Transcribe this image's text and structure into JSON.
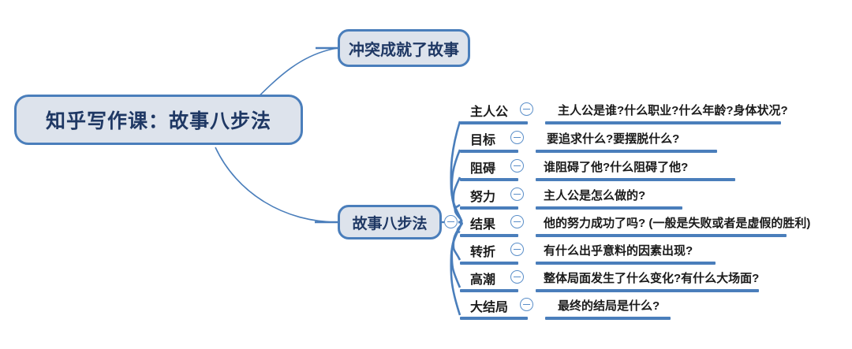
{
  "theme": {
    "node_fill": "#dde3ec",
    "node_border": "#4a7ebb",
    "node_text": "#1f3864",
    "line_color": "#4a7ebb",
    "leaf_text": "#1a1a1a",
    "background": "#ffffff"
  },
  "root": {
    "label": "知乎写作课：故事八步法"
  },
  "branches": [
    {
      "label": "冲突成就了故事"
    },
    {
      "label": "故事八步法",
      "collapse_icon": "minus-circle-icon"
    }
  ],
  "steps": [
    {
      "label": "主人公",
      "desc": "主人公是谁?什么职业?什么年龄?身体状况?",
      "icon": "minus-circle-icon"
    },
    {
      "label": "目标",
      "desc": "要追求什么?要摆脱什么?",
      "icon": "minus-circle-icon"
    },
    {
      "label": "阻碍",
      "desc": "谁阻碍了他?什么阻碍了他?",
      "icon": "minus-circle-icon"
    },
    {
      "label": "努力",
      "desc": "主人公是怎么做的?",
      "icon": "minus-circle-icon"
    },
    {
      "label": "结果",
      "desc": "他的努力成功了吗? (一般是失败或者是虚假的胜利)",
      "icon": "minus-circle-icon"
    },
    {
      "label": "转折",
      "desc": "有什么出乎意料的因素出现?",
      "icon": "minus-circle-icon"
    },
    {
      "label": "高潮",
      "desc": "整体局面发生了什么变化?有什么大场面?",
      "icon": "minus-circle-icon"
    },
    {
      "label": "大结局",
      "desc": "最终的结局是什么?",
      "icon": "minus-circle-icon"
    }
  ]
}
